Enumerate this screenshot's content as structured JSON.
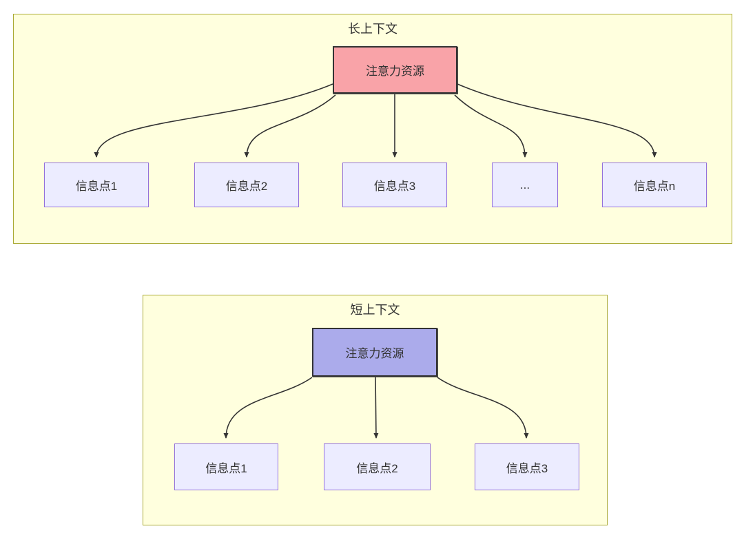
{
  "diagram": {
    "long_context": {
      "title": "长上下文",
      "attention_box": {
        "label": "注意力资源",
        "fill": "#f9a3a8"
      },
      "info_boxes": [
        {
          "label": "信息点1"
        },
        {
          "label": "信息点2"
        },
        {
          "label": "信息点3"
        },
        {
          "label": "..."
        },
        {
          "label": "信息点n"
        }
      ]
    },
    "short_context": {
      "title": "短上下文",
      "attention_box": {
        "label": "注意力资源",
        "fill": "#ababeb"
      },
      "info_boxes": [
        {
          "label": "信息点1"
        },
        {
          "label": "信息点2"
        },
        {
          "label": "信息点3"
        }
      ]
    },
    "colors": {
      "page_background": "#ffffff",
      "container_fill": "#ffffde",
      "container_border": "#aaaa33",
      "long_attention_fill": "#f9a3a8",
      "short_attention_fill": "#ababeb",
      "info_fill": "#ececff",
      "info_border": "#9370db",
      "node_border": "#333333",
      "arrow": "#333333",
      "text": "#333333"
    }
  }
}
